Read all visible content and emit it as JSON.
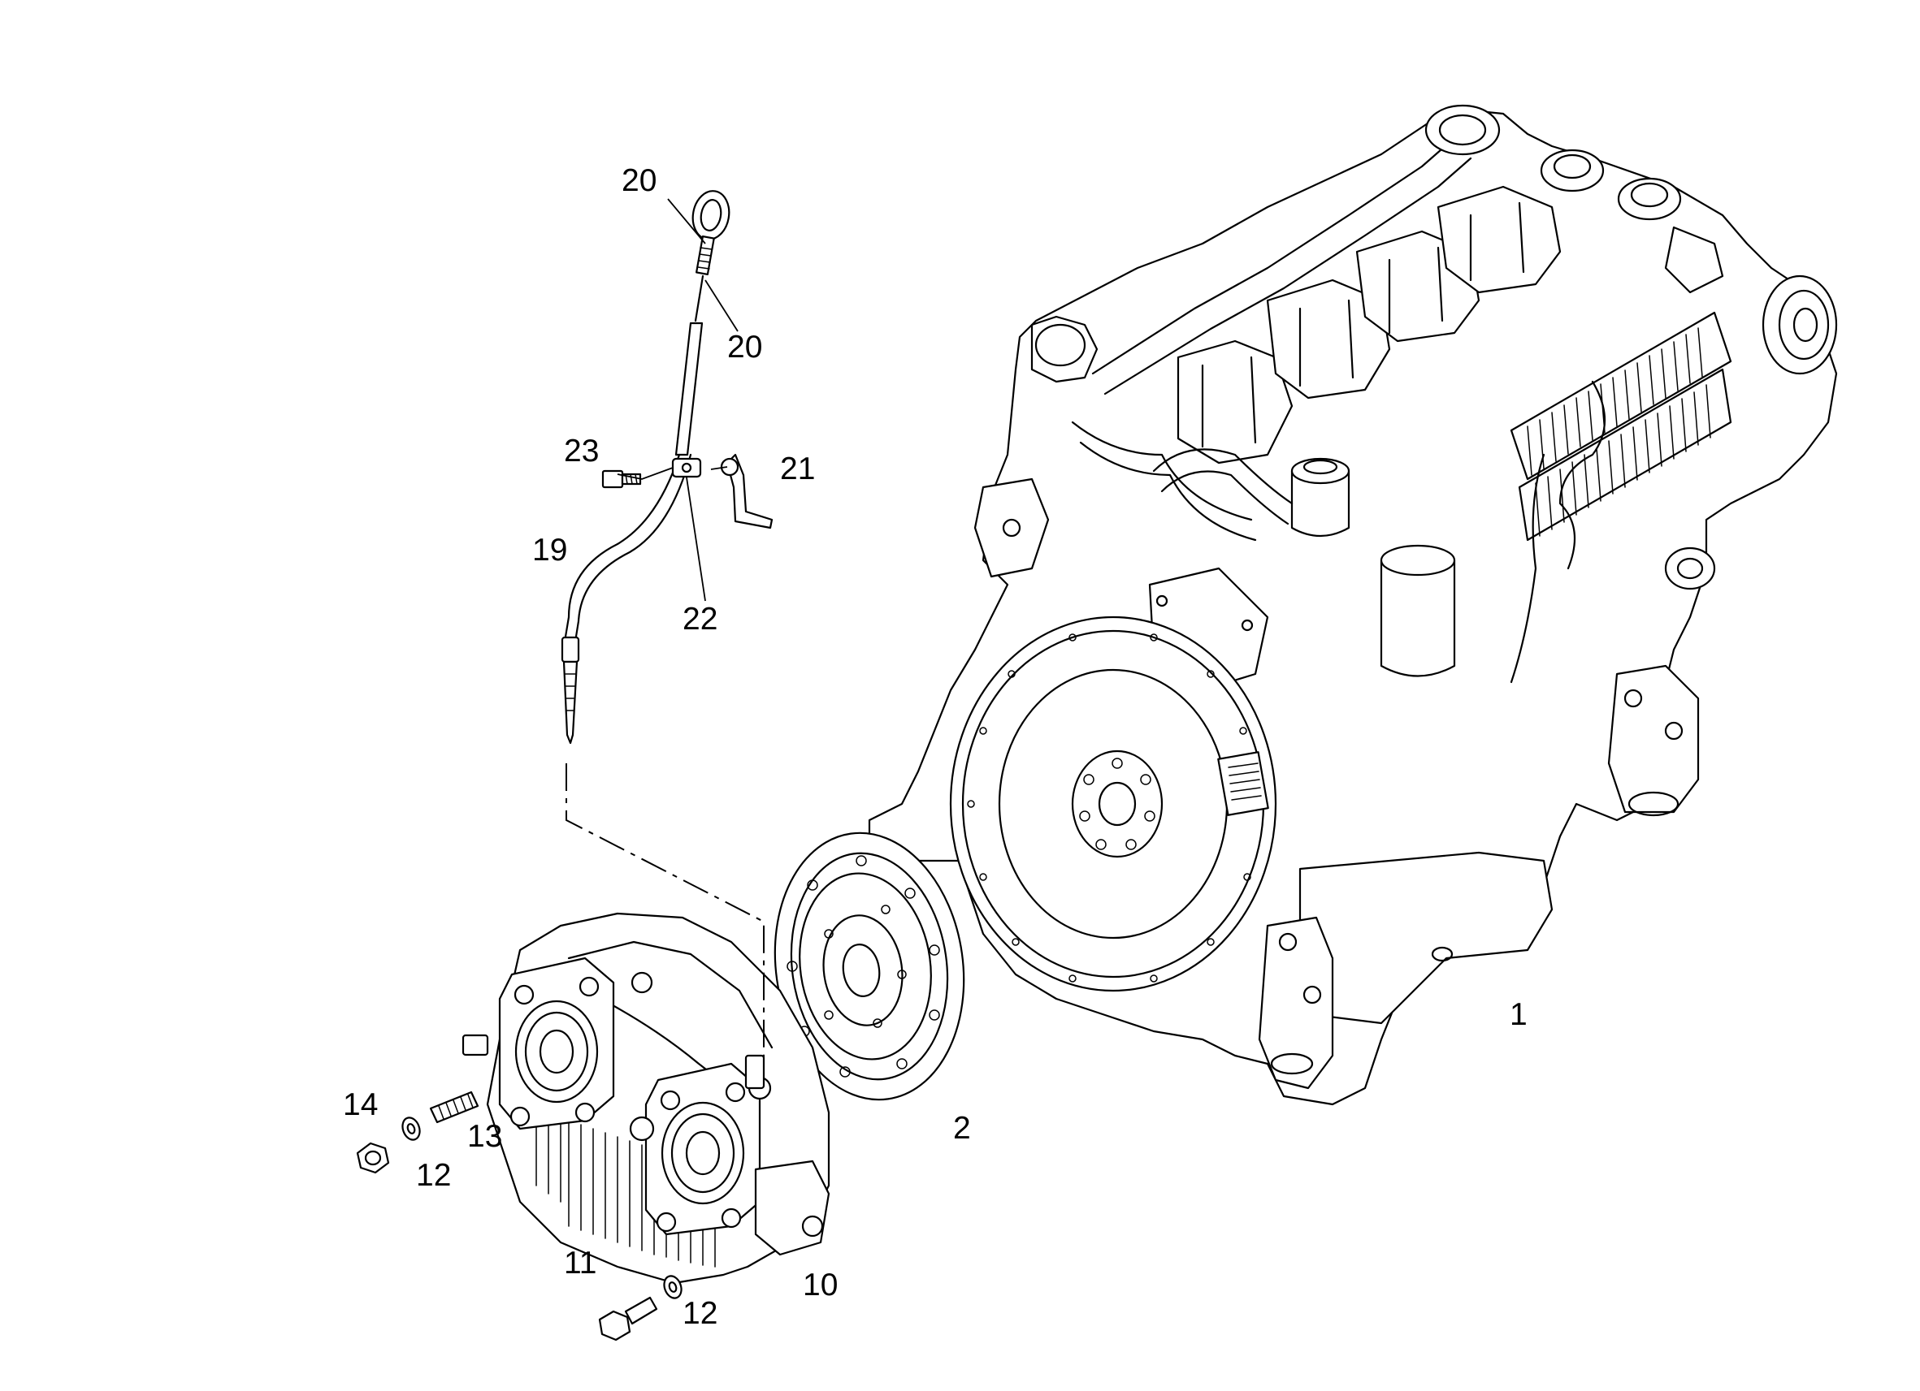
{
  "diagram": {
    "callouts": [
      {
        "id": "c1",
        "label": "1"
      },
      {
        "id": "c2",
        "label": "2"
      },
      {
        "id": "c10",
        "label": "10"
      },
      {
        "id": "c11",
        "label": "11"
      },
      {
        "id": "c12a",
        "label": "12"
      },
      {
        "id": "c12b",
        "label": "12"
      },
      {
        "id": "c13",
        "label": "13"
      },
      {
        "id": "c14",
        "label": "14"
      },
      {
        "id": "c19",
        "label": "19"
      },
      {
        "id": "c20a",
        "label": "20"
      },
      {
        "id": "c20b",
        "label": "20"
      },
      {
        "id": "c21",
        "label": "21"
      },
      {
        "id": "c22",
        "label": "22"
      },
      {
        "id": "c23",
        "label": "23"
      }
    ]
  }
}
